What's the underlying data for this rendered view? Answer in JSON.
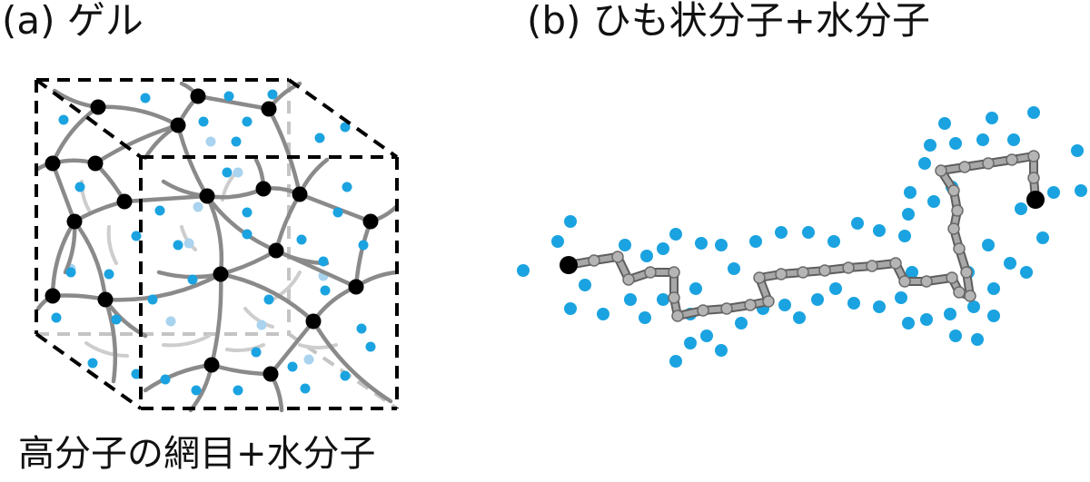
{
  "panel_a": {
    "label": "(a) ゲル",
    "caption": "高分子の網目+水分子"
  },
  "panel_b": {
    "label": "(b) ひも状分子+水分子"
  },
  "colors": {
    "water": "#1aa3e0",
    "water_faded": "#a9d3ef",
    "strand": "#8a8a8a",
    "strand_faded": "#cdcdcd",
    "node": "#000000",
    "chain": "#a8a8a8",
    "chain_bead": "#b5b5b5",
    "dashed_edge": "#000000"
  }
}
